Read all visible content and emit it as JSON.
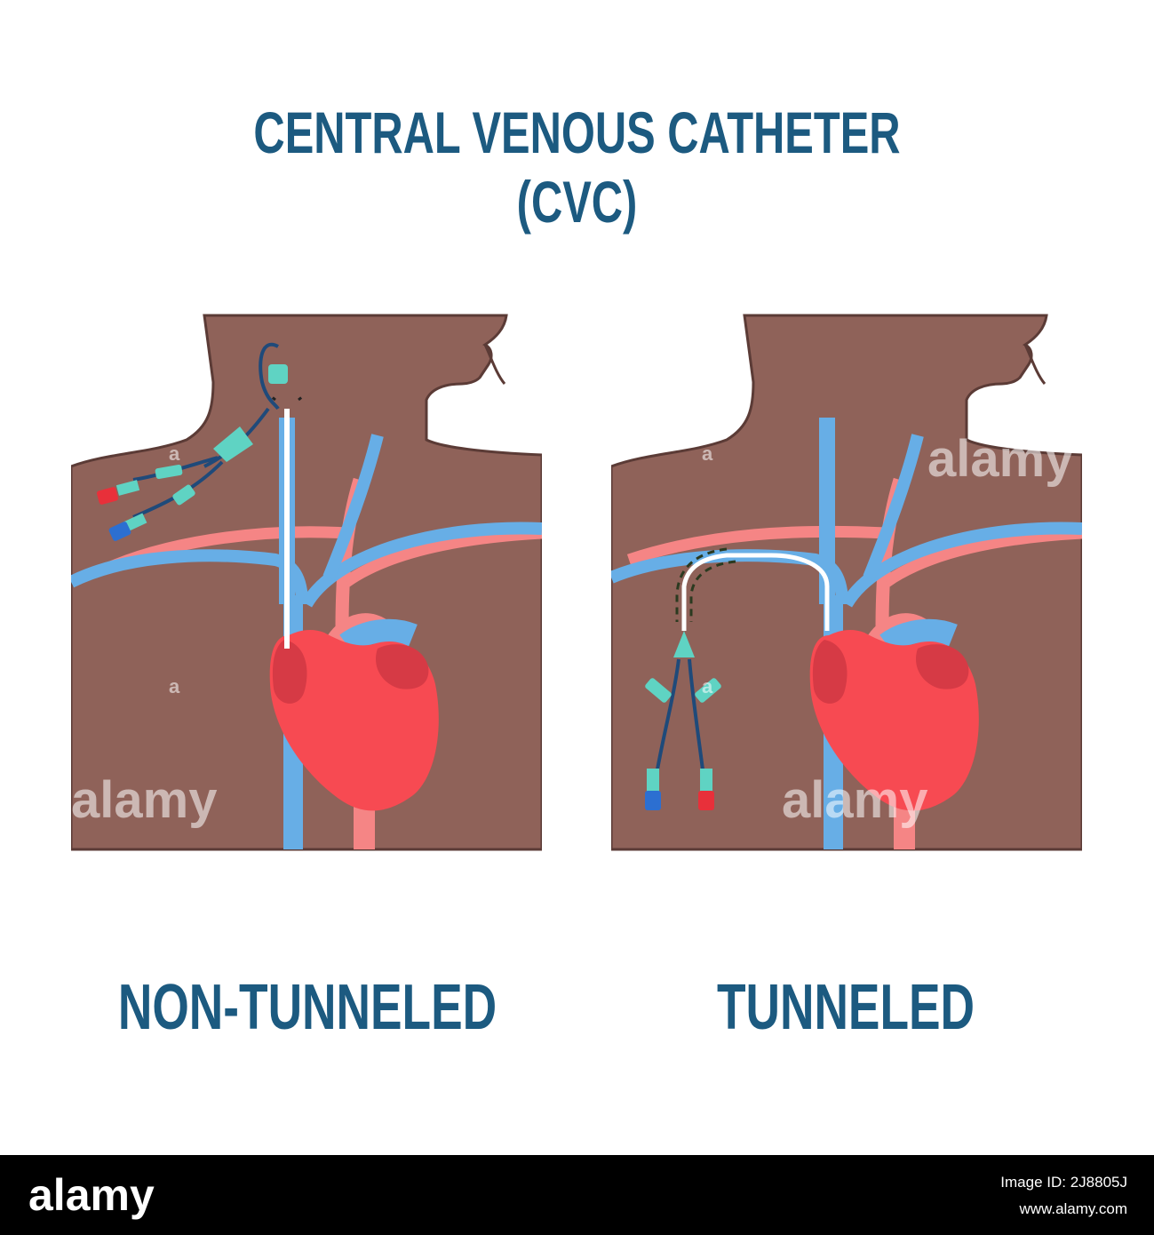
{
  "title": {
    "line1": "CENTRAL VENOUS CATHETER",
    "line2": "(CVC)"
  },
  "panels": [
    {
      "caption": "NON-TUNNELED"
    },
    {
      "caption": "TUNNELED"
    }
  ],
  "watermarks": {
    "logo": "alamy",
    "small": "a"
  },
  "footer": {
    "logo": "alamy",
    "image_id": "Image ID: 2J8805J",
    "site": "www.alamy.com"
  },
  "colors": {
    "title": "#1c5a80",
    "skin": "#8f6259",
    "outline": "#5b3b36",
    "vein": "#67aee6",
    "artery": "#f58585",
    "heart": "#f74a52",
    "heart_dark": "#d63a45",
    "catheter_hub": "#5fd3c3",
    "catheter_tube": "#1f4a7a",
    "cap_red": "#e8303a",
    "cap_blue": "#2c6fd1"
  }
}
